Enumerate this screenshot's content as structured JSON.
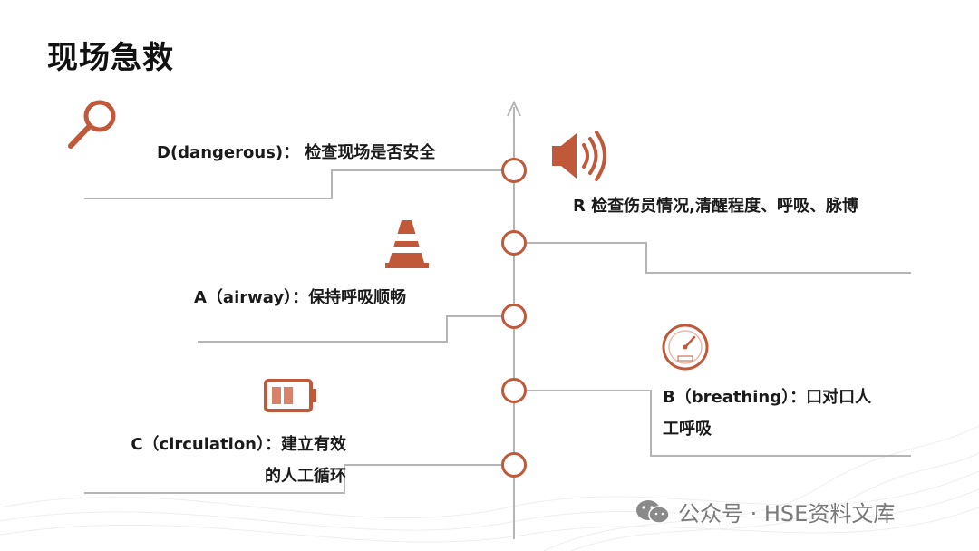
{
  "title": "现场急救",
  "steps": {
    "d": {
      "label": "D(dangerous)： 检查现场是否安全"
    },
    "r": {
      "label": "R 检查伤员情况,清醒程度、呼吸、脉博"
    },
    "a": {
      "label": "A（airway）：保持呼吸顺畅"
    },
    "b": {
      "line1": "B（breathing）：口对口人",
      "line2": "工呼吸"
    },
    "c": {
      "line1": "C（circulation）：建立有效",
      "line2": "的人工循环"
    }
  },
  "icons": {
    "d": "magnifier-icon",
    "r": "speaker-icon",
    "a": "traffic-cone-icon",
    "b": "pressure-gauge-icon",
    "c": "battery-icon"
  },
  "colors": {
    "accent": "#c0583a",
    "line": "#b5b5b5"
  },
  "watermark": "公众号 · HSE资料文库"
}
